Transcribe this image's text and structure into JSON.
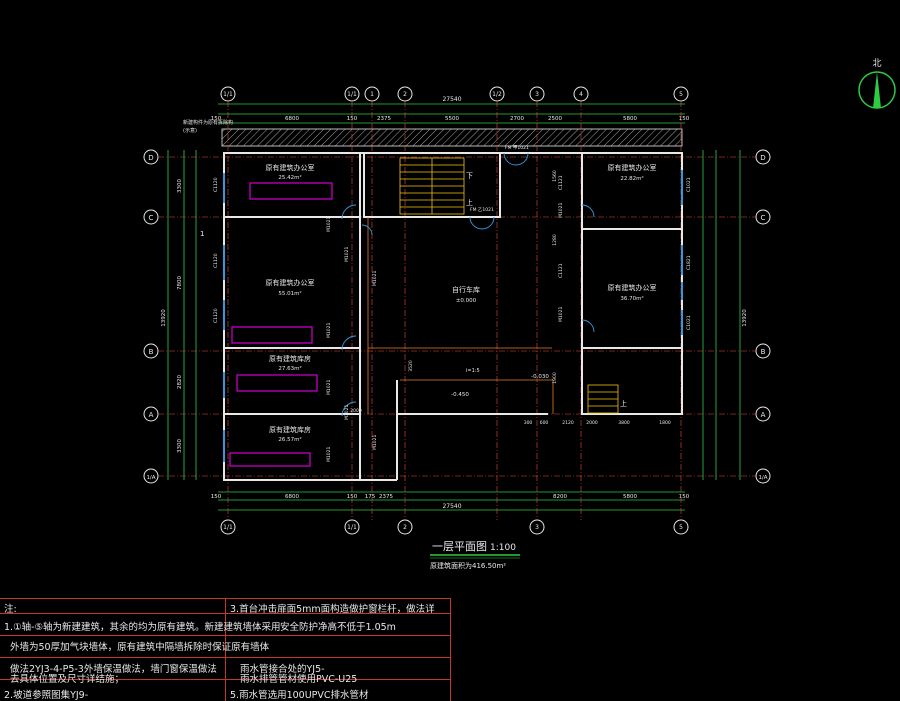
{
  "compass": {
    "label": "北"
  },
  "dims": {
    "total": "27540",
    "top": [
      "150",
      "6800",
      "150",
      "2375",
      "5500",
      "2700",
      "2500",
      "5800",
      "150"
    ],
    "bottom": [
      "150",
      "6800",
      "150",
      "175",
      "2375",
      "8200",
      "5800",
      "150"
    ],
    "left_outer": "13920",
    "left": [
      "3300",
      "7800",
      "2820",
      "3300"
    ],
    "right_outer": "13920",
    "small_a": [
      "300",
      "600",
      "2120"
    ],
    "small_b": [
      "2000",
      "3800",
      "1800"
    ],
    "interior": [
      "2000",
      "3520",
      "1560",
      "1280",
      "1900"
    ]
  },
  "axes": {
    "top": [
      "1/1",
      "1/1",
      "1",
      "2",
      "1/2",
      "3",
      "4",
      "5"
    ],
    "bottom": [
      "1/1",
      "1/1",
      "2",
      "3",
      "5"
    ],
    "left": [
      "D",
      "C",
      "B",
      "A",
      "1/A"
    ],
    "right": [
      "D",
      "C",
      "B",
      "A",
      "1/A"
    ]
  },
  "labels": {
    "ext_note1": "新建构件为原有拆除构",
    "ext_note2": "(示意)",
    "corridor_left": "1",
    "stair_down": "下",
    "stair_up": "上",
    "stair_up2": "上",
    "fm": "FM 乙1021",
    "fm2": "FM 甲1021",
    "room_tl_name": "原有建筑办公室",
    "room_tl_area": "25.42m²",
    "room_ml_name": "原有建筑办公室",
    "room_ml_area": "55.01m²",
    "room_bl1_name": "原有建筑库房",
    "room_bl1_area": "27.63m²",
    "room_bl2_name": "原有建筑库房",
    "room_bl2_area": "26.57m²",
    "room_tr_name": "原有建筑办公室",
    "room_tr_area": "22.82m²",
    "room_mr_name": "原有建筑办公室",
    "room_mr_area": "36.70m²",
    "hall_name": "自行车库",
    "hall_level": "±0.000",
    "level_low": "-0.450",
    "level_slope": "-0.030",
    "ramp": "i=1:5",
    "win": [
      "C1120",
      "C1120",
      "C1120",
      "C1021",
      "C1821",
      "C1021",
      "C1121",
      "C1121"
    ],
    "door": [
      "M1021",
      "M1021",
      "M1021",
      "M1021",
      "M1021",
      "M1021",
      "M1021",
      "M1021",
      "M1021",
      "M1021"
    ]
  },
  "title": {
    "main": "一层平面图",
    "scale": "1:100",
    "sub": "原建筑面积为416.50m²"
  },
  "notes": {
    "heading": "注:",
    "line1": "1.①轴-⑤轴为新建建筑，其余的均为原有建筑。新建建筑墙体采用",
    "line2": "外墙为50厚加气块墙体，原有建筑中隔墙拆除时保证原有墙体",
    "line3": "做法2YJ3-4-P5-3外墙保温做法，墙门窗保温做法",
    "line4": "去具体位置及尺寸详结施；",
    "line5": "2.坡道参照图集YJ9-",
    "line3_note": "3.首台冲击扉面5mm面构造做护窗栏杆，做法详",
    "line4_note": "安全防护净高不低于1.05m",
    "line6_note": "雨水管接合处的YJ5-",
    "line7_note": "雨水排管管材使用PVC-U25",
    "line8_note": "5.雨水管选用100UPVC排水管材"
  }
}
